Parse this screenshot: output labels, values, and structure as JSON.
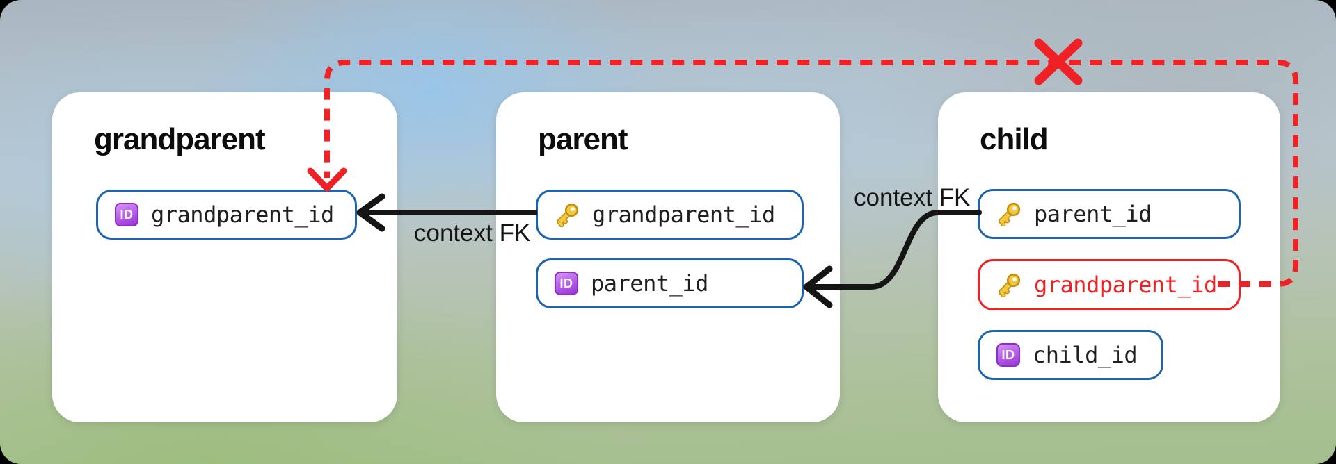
{
  "diagram": {
    "tables": [
      {
        "name": "grandparent",
        "fields": [
          {
            "label": "grandparent_id",
            "icon": "id-badge",
            "state": "normal"
          }
        ]
      },
      {
        "name": "parent",
        "fields": [
          {
            "label": "grandparent_id",
            "icon": "key",
            "state": "normal"
          },
          {
            "label": "parent_id",
            "icon": "id-badge",
            "state": "normal"
          }
        ]
      },
      {
        "name": "child",
        "fields": [
          {
            "label": "parent_id",
            "icon": "key",
            "state": "normal"
          },
          {
            "label": "grandparent_id",
            "icon": "key",
            "state": "invalid"
          },
          {
            "label": "child_id",
            "icon": "id-badge",
            "state": "normal"
          }
        ]
      }
    ],
    "edges": [
      {
        "from": "parent.grandparent_id",
        "to": "grandparent.grandparent_id",
        "label": "context FK",
        "style": "solid-arrow"
      },
      {
        "from": "child.parent_id",
        "to": "parent.parent_id",
        "label": "context FK",
        "style": "solid-arrow"
      },
      {
        "from": "child.grandparent_id",
        "to": "grandparent.grandparent_id",
        "label": "",
        "style": "dashed-arrow-blocked",
        "blocked": true
      }
    ],
    "icons": {
      "id_badge_text": "ID",
      "key_icon": "key",
      "blocked_marker": "x-cross"
    },
    "colors": {
      "field_border_blue": "#1d64b0",
      "error_red": "#ef2125",
      "arrow_black": "#151515",
      "card_white": "#ffffff",
      "id_badge_purple": "#9636d2",
      "key_gold": "#f5c73e"
    }
  }
}
